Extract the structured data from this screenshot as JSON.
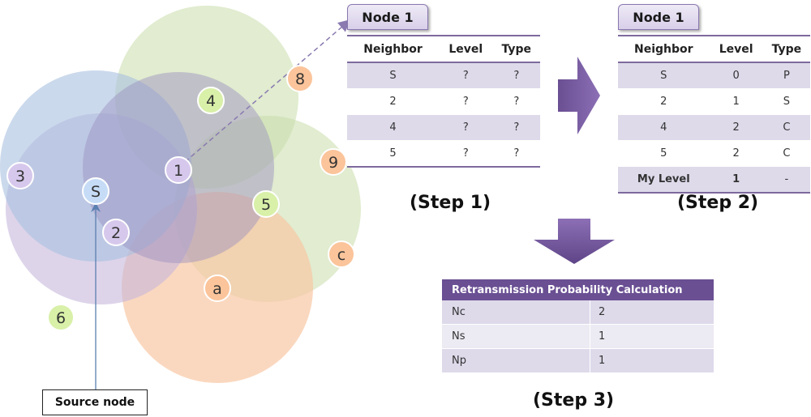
{
  "nodes": [
    {
      "id": "S",
      "label": "S",
      "kind": "source"
    },
    {
      "id": "1",
      "label": "1",
      "kind": "purple"
    },
    {
      "id": "2",
      "label": "2",
      "kind": "purple"
    },
    {
      "id": "3",
      "label": "3",
      "kind": "purple"
    },
    {
      "id": "4",
      "label": "4",
      "kind": "green"
    },
    {
      "id": "5",
      "label": "5",
      "kind": "green"
    },
    {
      "id": "6",
      "label": "6",
      "kind": "green"
    },
    {
      "id": "8",
      "label": "8",
      "kind": "orange"
    },
    {
      "id": "9",
      "label": "9",
      "kind": "orange"
    },
    {
      "id": "a",
      "label": "a",
      "kind": "orange"
    },
    {
      "id": "c",
      "label": "c",
      "kind": "orange"
    }
  ],
  "colors": {
    "purple_node": "#d6c8ec",
    "green_node": "#d8f0a8",
    "orange_node": "#fbc49a",
    "source_node": "#c6dcf6",
    "header_purple": "#6a4f93",
    "row_shade": "#dedaea"
  },
  "source_label": "Source node",
  "step1": {
    "title": "Node 1",
    "headers": [
      "Neighbor",
      "Level",
      "Type"
    ],
    "rows": [
      [
        "S",
        "?",
        "?"
      ],
      [
        "2",
        "?",
        "?"
      ],
      [
        "4",
        "?",
        "?"
      ],
      [
        "5",
        "?",
        "?"
      ]
    ],
    "caption": "(Step 1)"
  },
  "step2": {
    "title": "Node 1",
    "headers": [
      "Neighbor",
      "Level",
      "Type"
    ],
    "rows": [
      [
        "S",
        "0",
        "P"
      ],
      [
        "2",
        "1",
        "S"
      ],
      [
        "4",
        "2",
        "C"
      ],
      [
        "5",
        "2",
        "C"
      ]
    ],
    "mylevel": [
      "My Level",
      "1",
      "-"
    ],
    "caption": "(Step 2)"
  },
  "step3": {
    "title": "Retransmission Probability Calculation",
    "rows": [
      [
        "Nc",
        "2"
      ],
      [
        "Ns",
        "1"
      ],
      [
        "Np",
        "1"
      ]
    ],
    "caption": "(Step 3)"
  }
}
